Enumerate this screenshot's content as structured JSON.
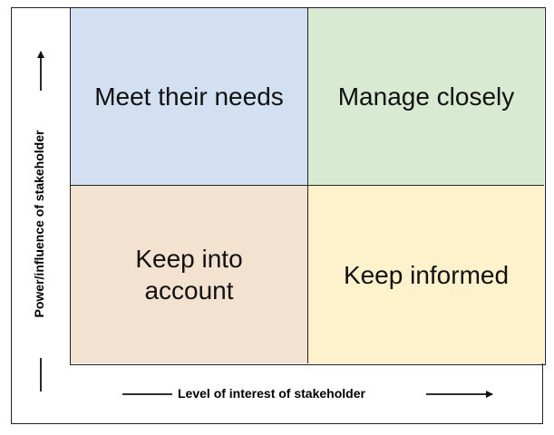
{
  "quadrants": {
    "top_left": "Meet their needs",
    "top_right": "Manage closely",
    "bottom_left_line1": "Keep into",
    "bottom_left_line2": "account",
    "bottom_right": "Keep informed"
  },
  "axes": {
    "y_label": "Power/influence of stakeholder",
    "x_label": "Level of interest of stakeholder"
  },
  "colors": {
    "top_left": "#d3e0f2",
    "top_right": "#d9ead3",
    "bottom_left": "#f4e2d0",
    "bottom_right": "#fdf2cb"
  }
}
